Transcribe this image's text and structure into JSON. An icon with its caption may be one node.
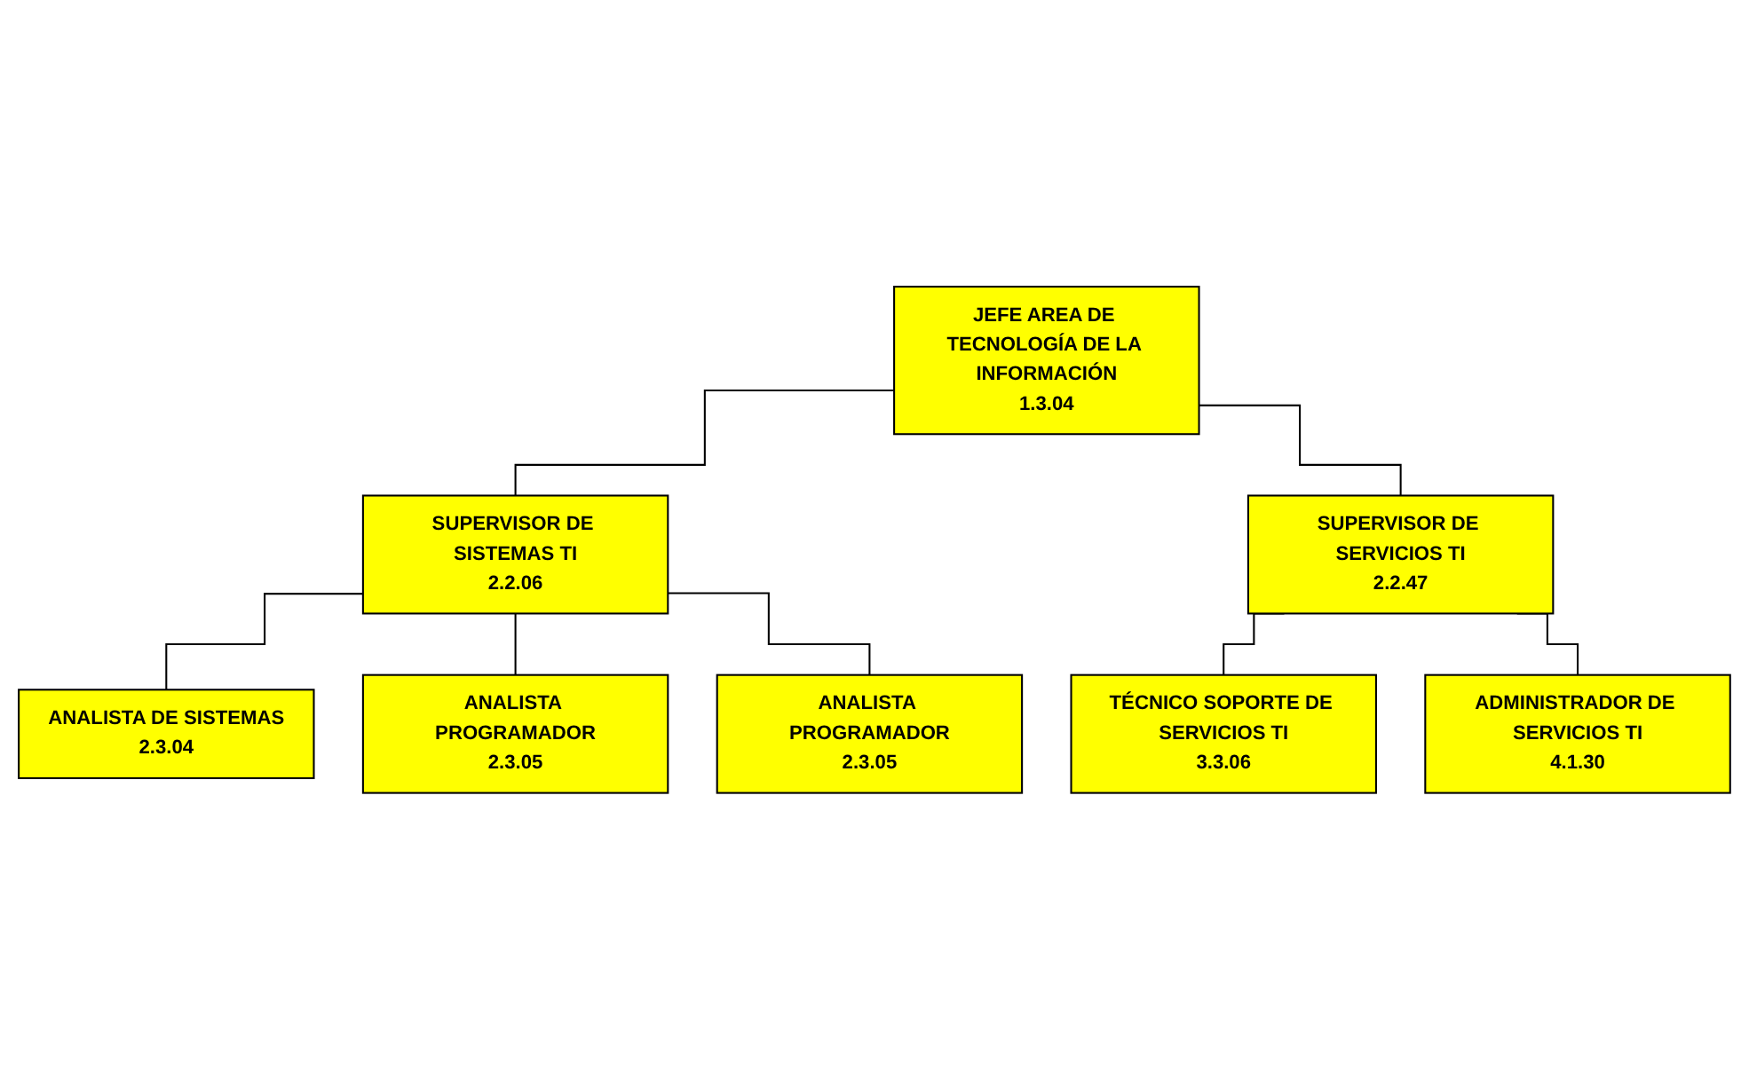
{
  "diagram": {
    "nodes": [
      {
        "text": [
          "JEFE AREA DE TECNOLOGÍA DE LA INFORMACIÓN",
          "1.3.04"
        ]
      },
      {
        "text": [
          "SUPERVISOR DE SISTEMAS TI",
          "2.2.06"
        ]
      },
      {
        "text": [
          "SUPERVISOR DE SERVICIOS TI",
          "2.2.47"
        ]
      },
      {
        "text": [
          "ANALISTA DE SISTEMAS",
          "2.3.04"
        ]
      },
      {
        "text": [
          "ANALISTA PROGRAMADOR",
          "2.3.05"
        ]
      },
      {
        "text": [
          "ANALISTA PROGRAMADOR",
          "2.3.05"
        ]
      },
      {
        "text": [
          "TÉCNICO SOPORTE DE SERVICIOS TI",
          "3.3.06"
        ]
      },
      {
        "text": [
          "ADMINISTRADOR DE SERVICIOS TI",
          "4.1.30"
        ]
      }
    ],
    "edges": [
      {
        "from": 0,
        "to": 1,
        "arrow": "none"
      },
      {
        "from": 0,
        "to": 2,
        "arrow": "none"
      },
      {
        "from": 1,
        "to": 3,
        "arrow": "none"
      },
      {
        "from": 1,
        "to": 4,
        "arrow": "none"
      },
      {
        "from": 1,
        "to": 5,
        "arrow": "none"
      },
      {
        "from": 2,
        "to": 6,
        "arrow": "none"
      },
      {
        "from": 2,
        "to": 7,
        "arrow": "none"
      }
    ]
  }
}
